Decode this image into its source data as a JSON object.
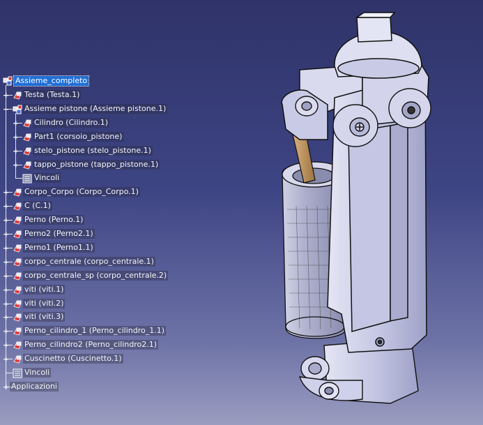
{
  "colors": {
    "background_top": "#2f3369",
    "background_bottom": "#9a9cc0",
    "selection": "#1f6fd6",
    "part_face": "#c9cbe6",
    "part_edge": "#1a1a1a",
    "rod": "#c8a068"
  },
  "tree": {
    "root_label": "Assieme_completo",
    "items": [
      {
        "label": "Testa (Testa.1)",
        "icon": "part-icon"
      },
      {
        "label": "Assieme pistone (Assieme pistone.1)",
        "icon": "product-icon"
      },
      {
        "label": "Cilindro (Cilindro.1)",
        "icon": "part-icon"
      },
      {
        "label": "Part1 (corsoio_pistone)",
        "icon": "part-icon"
      },
      {
        "label": "stelo_pistone (stelo_pistone.1)",
        "icon": "part-icon"
      },
      {
        "label": "tappo_pistone (tappo_pistone.1)",
        "icon": "part-icon"
      },
      {
        "label": "Vincoli",
        "icon": "constraints-icon"
      },
      {
        "label": "Corpo_Corpo (Corpo_Corpo.1)",
        "icon": "part-icon"
      },
      {
        "label": "C (C.1)",
        "icon": "part-icon"
      },
      {
        "label": "Perno (Perno.1)",
        "icon": "part-icon"
      },
      {
        "label": "Perno2 (Perno2.1)",
        "icon": "part-icon"
      },
      {
        "label": "Perno1 (Perno1.1)",
        "icon": "part-icon"
      },
      {
        "label": "corpo_centrale (corpo_centrale.1)",
        "icon": "part-icon"
      },
      {
        "label": "corpo_centrale_sp (corpo_centrale.2)",
        "icon": "part-icon"
      },
      {
        "label": "viti (viti.1)",
        "icon": "part-icon"
      },
      {
        "label": "viti (viti.2)",
        "icon": "part-icon"
      },
      {
        "label": "viti (viti.3)",
        "icon": "part-icon"
      },
      {
        "label": "Perno_cilindro_1 (Perno_cilindro_1.1)",
        "icon": "part-icon"
      },
      {
        "label": "Perno_cilindro2 (Perno_cilindro2.1)",
        "icon": "part-icon"
      },
      {
        "label": "Cuscinetto (Cuscinetto.1)",
        "icon": "part-icon"
      },
      {
        "label": "Vincoli",
        "icon": "constraints-icon"
      },
      {
        "label": "Applicazioni",
        "icon": "none"
      }
    ]
  },
  "model": {
    "icon": "prosthetic-knee-assembly-icon"
  }
}
